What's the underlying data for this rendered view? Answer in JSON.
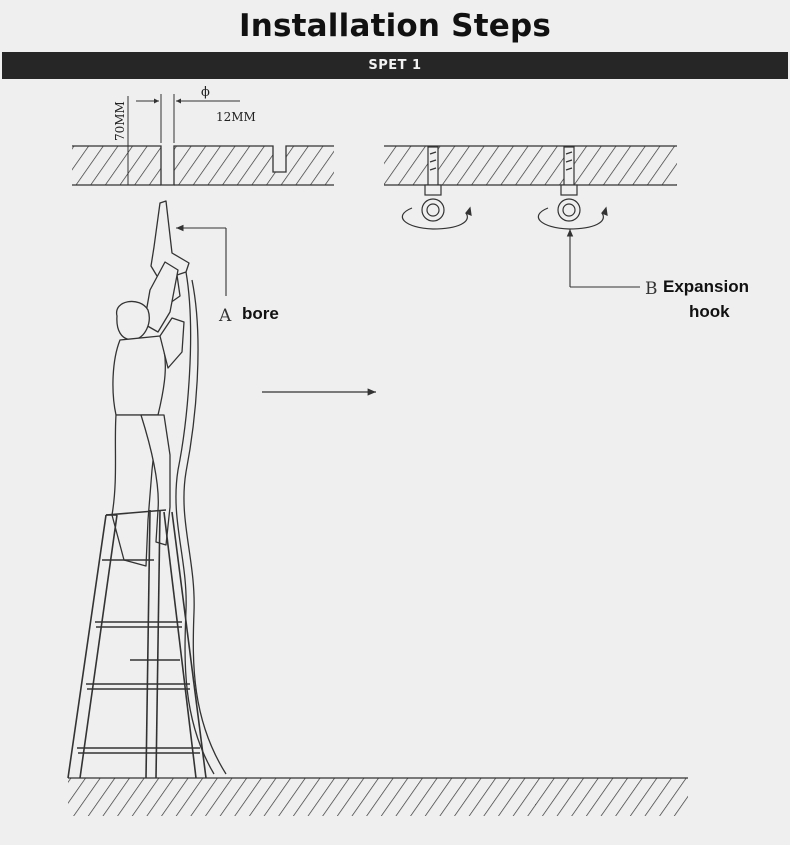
{
  "title": "Installation Steps",
  "step_label": "SPET 1",
  "dimensions": {
    "depth": "70MM",
    "diameter_symbol": "ϕ",
    "diameter": "12MM"
  },
  "callouts": {
    "a_letter": "A",
    "a_text": "bore",
    "b_letter": "B",
    "b_text_line1": "Expansion",
    "b_text_line2": "hook"
  }
}
